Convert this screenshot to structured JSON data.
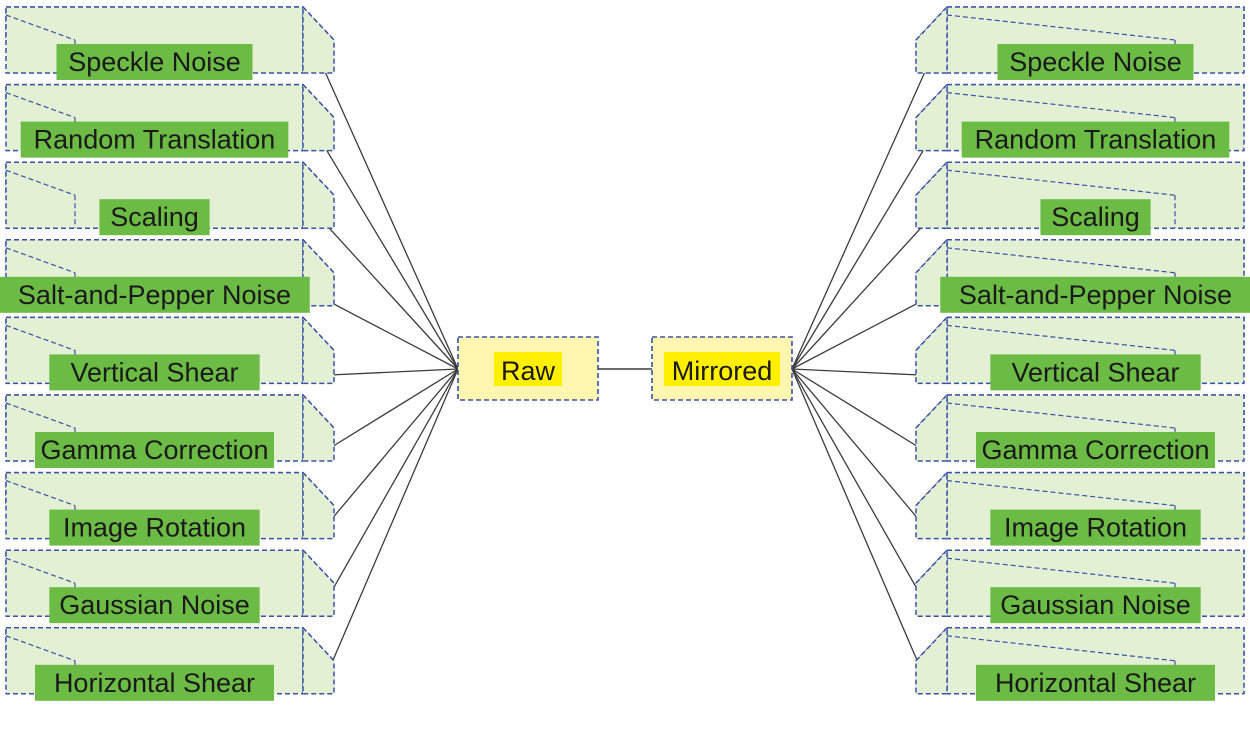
{
  "center": {
    "raw_label": "Raw",
    "mirrored_label": "Mirrored"
  },
  "left_column": [
    "Speckle Noise",
    "Random Translation",
    "Scaling",
    "Salt-and-Pepper Noise",
    "Vertical Shear",
    "Gamma Correction",
    "Image Rotation",
    "Gaussian Noise",
    "Horizontal Shear"
  ],
  "right_column": [
    "Speckle Noise",
    "Random Translation",
    "Scaling",
    "Salt-and-Pepper Noise",
    "Vertical Shear",
    "Gamma Correction",
    "Image Rotation",
    "Gaussian Noise",
    "Horizontal Shear"
  ],
  "colors": {
    "box_fill": "#e3f0d3",
    "box_stroke": "#3a52a8",
    "label_fill": "#6cbb45",
    "center_fill": "#fff6b0",
    "center_label_fill": "#ffef00",
    "connector": "#3c3c3c"
  }
}
